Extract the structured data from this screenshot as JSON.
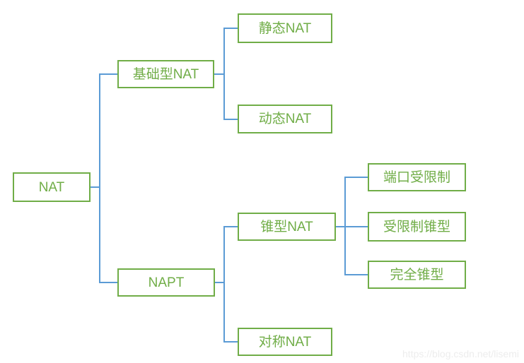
{
  "diagram": {
    "type": "tree",
    "orientation": "left-to-right",
    "tree": {
      "label": "NAT",
      "children": [
        {
          "label": "基础型NAT",
          "children": [
            {
              "label": "静态NAT"
            },
            {
              "label": "动态NAT"
            }
          ]
        },
        {
          "label": "NAPT",
          "children": [
            {
              "label": "锥型NAT",
              "children": [
                {
                  "label": "端口受限制"
                },
                {
                  "label": "受限制锥型"
                },
                {
                  "label": "完全锥型"
                }
              ]
            },
            {
              "label": "对称NAT"
            }
          ]
        }
      ]
    },
    "colors": {
      "box_border": "#70ad47",
      "box_text": "#70ad47",
      "connector": "#5b9bd5",
      "watermark_text": "#ededed",
      "background": "#ffffff"
    },
    "watermark": "https://blog.csdn.net/lisemi"
  }
}
